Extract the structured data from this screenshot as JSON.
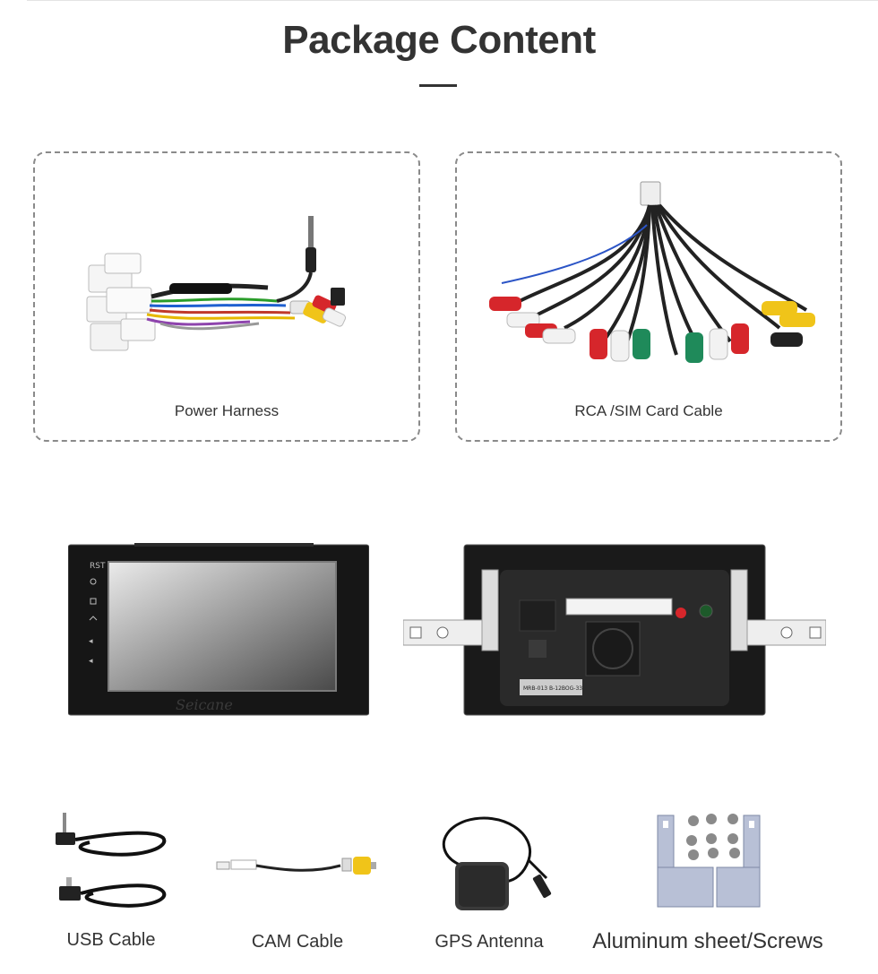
{
  "page": {
    "title": "Package Content"
  },
  "cards": [
    {
      "label": "Power Harness"
    },
    {
      "label": "RCA /SIM Card Cable"
    }
  ],
  "head_unit": {
    "brand": "Seicane",
    "sticker_text": "MRB-013 B-12BOG-33"
  },
  "accessories": [
    {
      "label": "USB Cable"
    },
    {
      "label": "CAM Cable"
    },
    {
      "label": "GPS Antenna"
    },
    {
      "label": "Aluminum sheet/Screws"
    }
  ],
  "colors": {
    "title": "#333333",
    "rca_red": "#d6262b",
    "rca_white": "#f2f2f2",
    "rca_yellow": "#f0c419",
    "rca_green": "#1f8a5a"
  }
}
